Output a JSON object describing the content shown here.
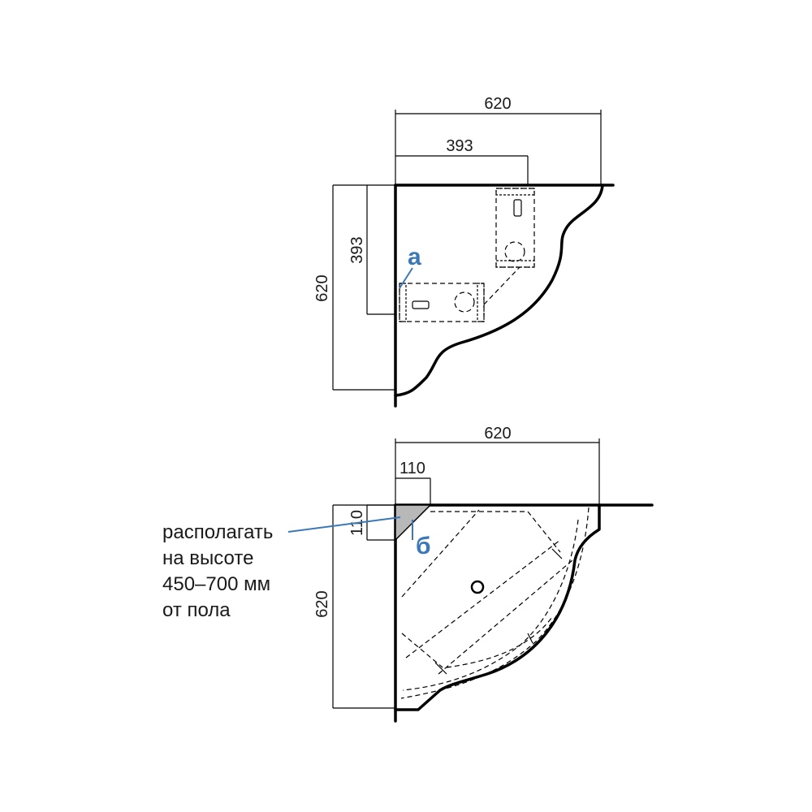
{
  "top_view": {
    "dim_width": "620",
    "dim_inner_width": "393",
    "dim_height": "620",
    "dim_inner_height": "393",
    "marker": "а"
  },
  "bottom_view": {
    "dim_width": "620",
    "dim_corner_width": "110",
    "dim_corner_height": "110",
    "dim_height": "620",
    "marker": "б"
  },
  "note": {
    "line1": "располагать",
    "line2": "на высоте",
    "line3": "450–700 мм",
    "line4": "от пола"
  },
  "colors": {
    "accent": "#3a78b8",
    "corner_fill": "#b8b8b8",
    "line": "#000000"
  }
}
